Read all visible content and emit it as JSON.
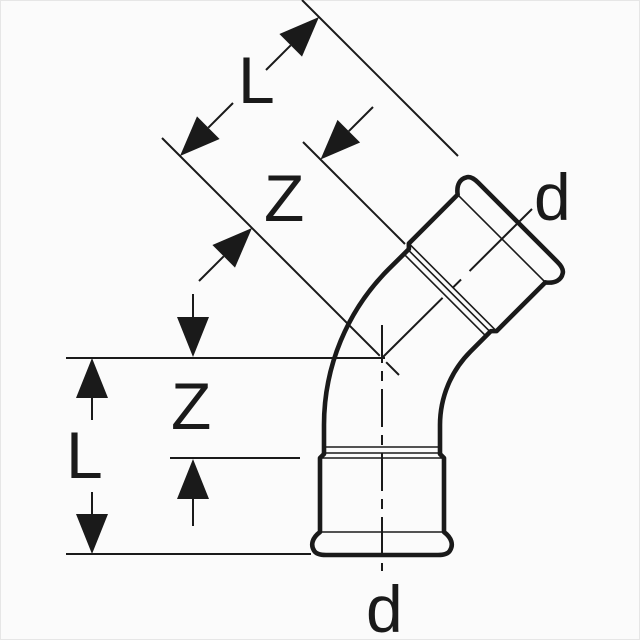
{
  "diagram": {
    "background": "#fbfbfb",
    "line_color": "#1a1a1a",
    "labels": {
      "l_diagonal": "L",
      "z_diagonal": "Z",
      "l_vertical": "L",
      "z_vertical": "Z",
      "d_upper": "d",
      "d_lower": "d"
    }
  }
}
